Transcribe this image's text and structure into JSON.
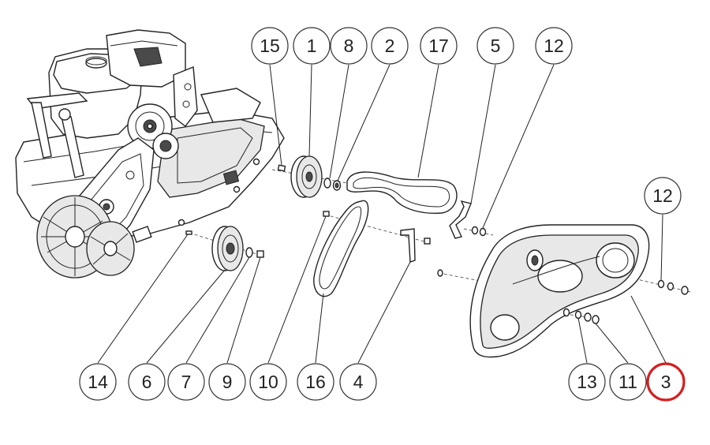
{
  "diagram": {
    "highlight_color": "#d42020",
    "line_color": "#222222",
    "callouts": [
      {
        "id": "15",
        "label": "15",
        "highlighted": false
      },
      {
        "id": "1",
        "label": "1",
        "highlighted": false
      },
      {
        "id": "8",
        "label": "8",
        "highlighted": false
      },
      {
        "id": "2",
        "label": "2",
        "highlighted": false
      },
      {
        "id": "17",
        "label": "17",
        "highlighted": false
      },
      {
        "id": "5",
        "label": "5",
        "highlighted": false
      },
      {
        "id": "12a",
        "label": "12",
        "highlighted": false
      },
      {
        "id": "12b",
        "label": "12",
        "highlighted": false
      },
      {
        "id": "14",
        "label": "14",
        "highlighted": false
      },
      {
        "id": "6",
        "label": "6",
        "highlighted": false
      },
      {
        "id": "7",
        "label": "7",
        "highlighted": false
      },
      {
        "id": "9",
        "label": "9",
        "highlighted": false
      },
      {
        "id": "10",
        "label": "10",
        "highlighted": false
      },
      {
        "id": "16",
        "label": "16",
        "highlighted": false
      },
      {
        "id": "4",
        "label": "4",
        "highlighted": false
      },
      {
        "id": "13",
        "label": "13",
        "highlighted": false
      },
      {
        "id": "11",
        "label": "11",
        "highlighted": false
      },
      {
        "id": "3",
        "label": "3",
        "highlighted": true
      }
    ]
  }
}
